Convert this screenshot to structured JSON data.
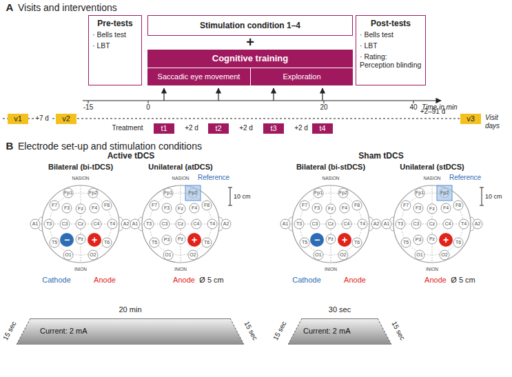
{
  "diagram": {
    "nodes": [
      {
        "text": [
          "Pre-tests",
          "· Bells test",
          "· LBT"
        ]
      },
      {
        "text": [
          "Stimulation condition 1–4"
        ]
      },
      {
        "text": [
          "Cognitive training"
        ]
      },
      {
        "text": [
          "Saccadic eye movement"
        ],
        "in": 2
      },
      {
        "text": [
          "Exploration"
        ],
        "in": 2
      },
      {
        "text": [
          "Post-tests",
          "· Bells test",
          "· LBT",
          "· Rating: Perception blinding"
        ]
      },
      {
        "text": [
          "v1"
        ]
      },
      {
        "text": [
          "v2"
        ]
      },
      {
        "text": [
          "t1"
        ]
      },
      {
        "text": [
          "t2"
        ]
      },
      {
        "text": [
          "t3"
        ]
      },
      {
        "text": [
          "t4"
        ]
      },
      {
        "text": [
          "v3"
        ]
      },
      {
        "text": [
          "Current: 2 mA"
        ]
      },
      {
        "text": [
          "Current: 2 mA"
        ]
      }
    ],
    "labels": [
      "A",
      "Visits and interventions",
      "+",
      "-15",
      "0",
      "20",
      "40",
      "Time in min",
      "+7 d",
      "Treatment",
      "+2 d",
      "+2 d",
      "+2 d",
      "+2–91 d",
      "Visit days",
      "B",
      "Electrode set-up and stimulation conditions",
      "Active tDCS",
      "Sham tDCS",
      "Bilateral (bi-tDCS)",
      "Unilateral (atDCS)",
      "Bilateral (bi-stDCS)",
      "Unilateral (stDCS)",
      "NASION",
      "Fp1",
      "Fp2",
      "F7",
      "F3",
      "Fz",
      "F4",
      "F8",
      "A1",
      "T3",
      "C3",
      "Cz",
      "C4",
      "T4",
      "A2",
      "T5",
      "Pz",
      "T6",
      "O1",
      "O2",
      "INION",
      "−",
      "+",
      "Cathode",
      "Anode",
      "NASION",
      "Fp1",
      "Fp2",
      "F7",
      "F3",
      "Fz",
      "F4",
      "F8",
      "A1",
      "T3",
      "C3",
      "Cz",
      "C4",
      "T4",
      "A2",
      "T5",
      "P3",
      "Pz",
      "T6",
      "O1",
      "O2",
      "INION",
      "+",
      "Reference",
      "10 cm",
      "Anode",
      "Ø 5 cm",
      "NASION",
      "Fp1",
      "Fp2",
      "F7",
      "F3",
      "Fz",
      "F4",
      "F8",
      "A1",
      "T3",
      "C3",
      "Cz",
      "C4",
      "T4",
      "A2",
      "T5",
      "Pz",
      "T6",
      "O1",
      "O2",
      "INION",
      "−",
      "+",
      "Cathode",
      "Anode",
      "NASION",
      "Fp1",
      "Fp2",
      "F7",
      "F3",
      "Fz",
      "F4",
      "F8",
      "A1",
      "T3",
      "C3",
      "Cz",
      "C4",
      "T4",
      "A2",
      "T5",
      "P3",
      "Pz",
      "T6",
      "O1",
      "O2",
      "INION",
      "+",
      "Reference",
      "10 cm",
      "Anode",
      "Ø 5 cm",
      "15 sec",
      "20 min",
      "15 sec",
      "15 sec",
      "30 sec",
      "15 sec"
    ]
  }
}
